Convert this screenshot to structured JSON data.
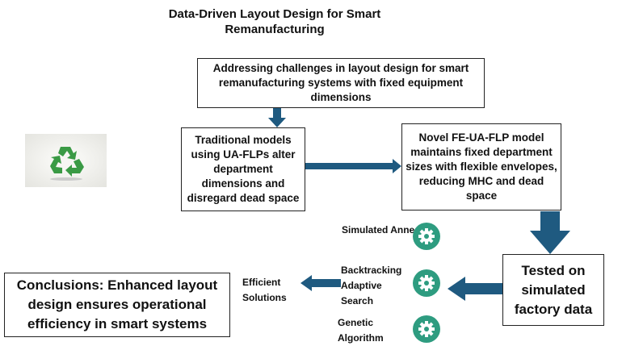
{
  "title": "Data-Driven Layout Design for Smart Remanufacturing",
  "boxes": {
    "challenge": "Addressing challenges in layout design for smart remanufacturing systems with fixed equipment dimensions",
    "traditional": "Traditional models using UA-FLPs alter department dimensions and disregard dead space",
    "novel": "Novel FE-UA-FLP model maintains fixed department sizes with flexible envelopes, reducing MHC and dead space",
    "tested": "Tested on simulated factory data",
    "conclusions": "Conclusions: Enhanced layout design ensures operational efficiency in smart systems"
  },
  "algorithms": [
    {
      "label": "Simulated Annealing",
      "icon": "gear-icon"
    },
    {
      "label": "Backtracking Adaptive Search",
      "icon": "gear-icon"
    },
    {
      "label": "Genetic Algorithm",
      "icon": "gear-icon"
    }
  ],
  "efficient_solutions": "Efficient Solutions",
  "logo_icon": "recycle-icon",
  "colors": {
    "arrow": "#1f5a80",
    "gear": "#2e9c80",
    "recycle": "#3a9a45"
  }
}
